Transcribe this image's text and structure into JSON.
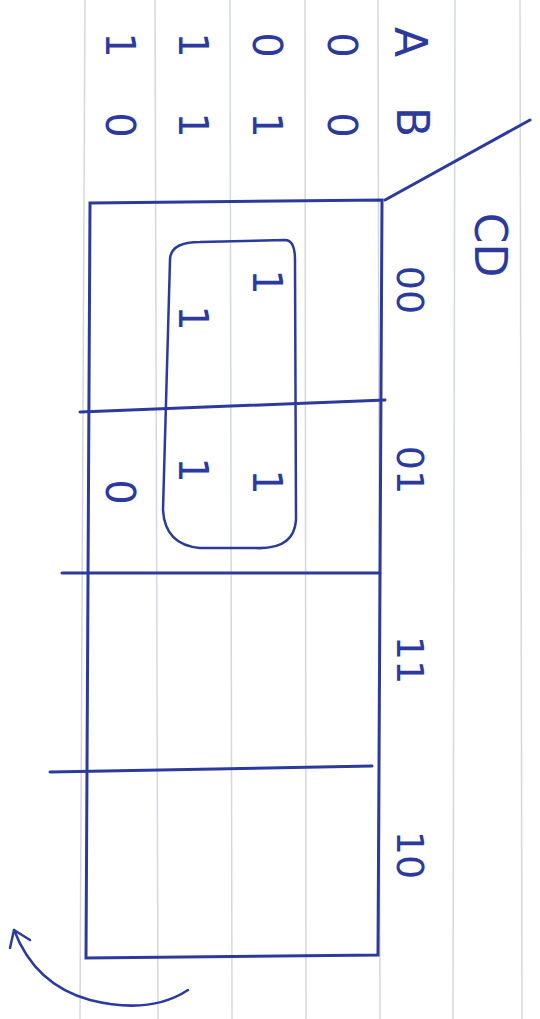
{
  "diagram": {
    "labels": [
      "1",
      "1",
      "0",
      "0",
      "A",
      "0",
      "1",
      "1",
      "0",
      "B",
      "CD",
      "00",
      "01",
      "11",
      "10",
      "1",
      "1",
      "0",
      "1",
      "1"
    ]
  }
}
